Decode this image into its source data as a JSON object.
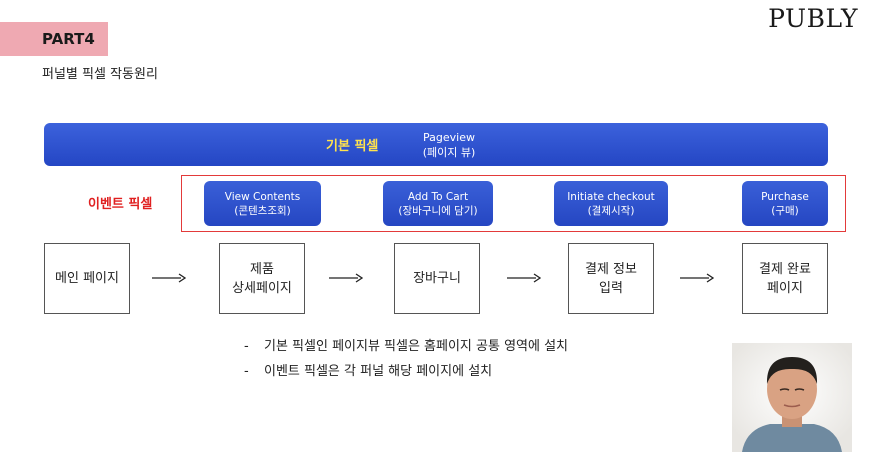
{
  "header": {
    "part": "PART4",
    "logo": "PUBLY",
    "subtitle": "퍼널별 픽셀 작동원리"
  },
  "base_pixel": {
    "label": "기본 픽셀",
    "event_line1": "Pageview",
    "event_line2": "(페이지 뷰)"
  },
  "event_pixel": {
    "label": "이벤트 픽셀",
    "events": [
      {
        "name": "View Contents",
        "korean": "(콘텐츠조회)"
      },
      {
        "name": "Add To Cart",
        "korean": "(장바구니에 담기)"
      },
      {
        "name": "Initiate checkout",
        "korean": "(결제시작)"
      },
      {
        "name": "Purchase",
        "korean": "(구매)"
      }
    ]
  },
  "funnel": [
    {
      "line1": "메인 페이지",
      "line2": ""
    },
    {
      "line1": "제품",
      "line2": "상세페이지"
    },
    {
      "line1": "장바구니",
      "line2": ""
    },
    {
      "line1": "결제 정보",
      "line2": "입력"
    },
    {
      "line1": "결제 완료",
      "line2": "페이지"
    }
  ],
  "notes": [
    {
      "bullet": "-",
      "text": "기본 픽셀인 페이지뷰 픽셀은 홈페이지 공통 영역에 설치"
    },
    {
      "bullet": "-",
      "text": "이벤트 픽셀은 각 퍼널 해당 페이지에 설치"
    }
  ],
  "colors": {
    "tag_bg": "#efa9b2",
    "button_blue": "#2e52cf",
    "event_red": "#e02020",
    "label_yellow": "#ffe24d"
  }
}
